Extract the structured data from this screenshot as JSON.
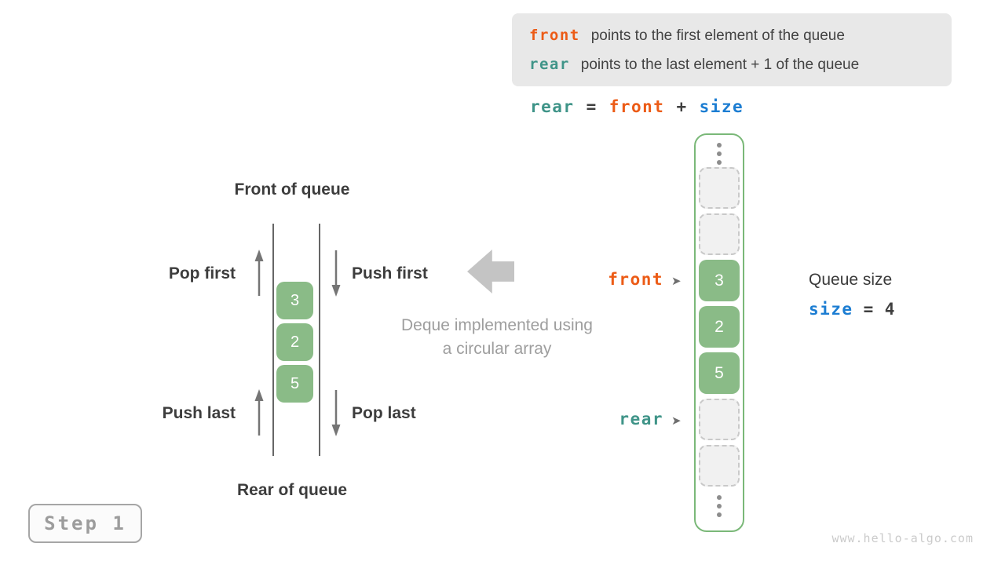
{
  "legend": {
    "lines": [
      {
        "keyword": "front",
        "text": "points to the first element of the queue"
      },
      {
        "keyword": "rear",
        "text": "points to the last element + 1 of the queue"
      }
    ]
  },
  "formula": {
    "parts": [
      "rear",
      "=",
      "front",
      "+",
      "size"
    ]
  },
  "deque": {
    "front_title": "Front of queue",
    "rear_title": "Rear of queue",
    "pop_first": "Pop first",
    "push_first": "Push first",
    "push_last": "Push last",
    "pop_last": "Pop last",
    "values": [
      "3",
      "2",
      "5"
    ]
  },
  "caption": {
    "line1": "Deque implemented using",
    "line2": "a circular array"
  },
  "array": {
    "cells": [
      {
        "type": "empty"
      },
      {
        "type": "empty"
      },
      {
        "type": "value",
        "value": "3"
      },
      {
        "type": "value",
        "value": "2"
      },
      {
        "type": "value",
        "value": "5"
      },
      {
        "type": "empty"
      },
      {
        "type": "empty"
      }
    ],
    "front_pointer": {
      "label": "front",
      "marker": "➤"
    },
    "rear_pointer": {
      "label": "rear",
      "marker": "➤"
    }
  },
  "queue_size": {
    "title": "Queue size",
    "variable": "size",
    "equals": "=",
    "value": "4"
  },
  "step_badge": {
    "label": "Step 1"
  },
  "watermark": "www.hello-algo.com",
  "colors": {
    "orange": "#ec5b16",
    "teal": "#3f9488",
    "blue": "#1c7dd2",
    "green_fill": "#8abb87",
    "green_border": "#7ab878",
    "legend_bg": "#e8e8e8",
    "arrow_gray": "#757575",
    "block_arrow_gray": "#c4c4c4",
    "caption_gray": "#9e9e9e"
  }
}
